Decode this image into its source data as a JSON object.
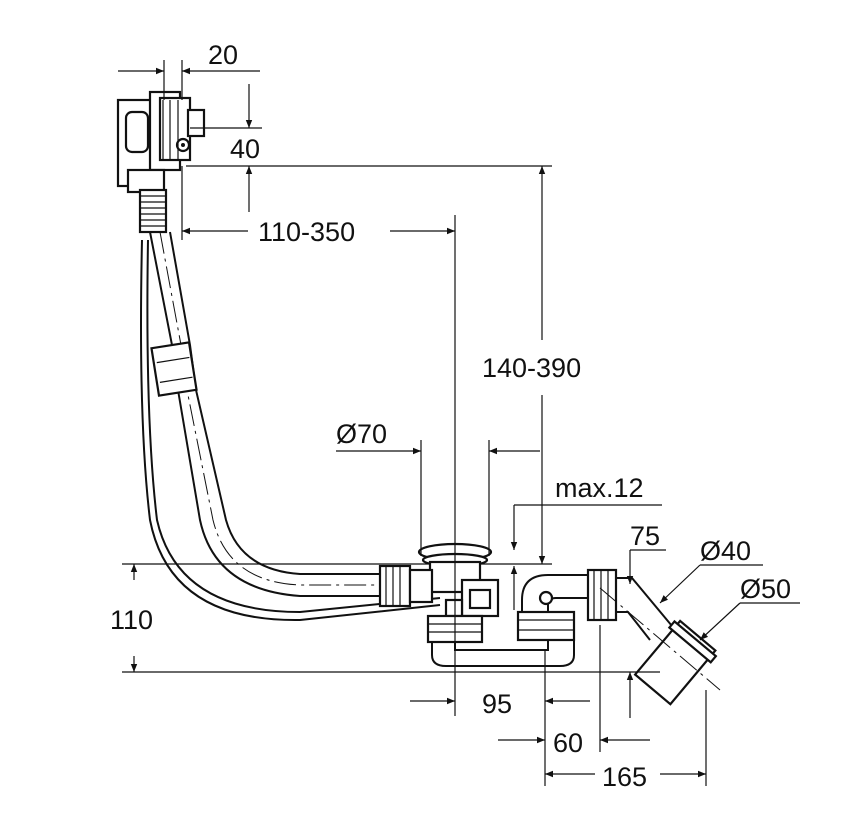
{
  "dimensions": {
    "top_width": "20",
    "overflow_height": "40",
    "horizontal_range": "110-350",
    "vertical_range": "140-390",
    "drain_diameter": "Ø70",
    "max_thickness": "max.12",
    "outlet_offset": "75",
    "outlet_small_diameter": "Ø40",
    "outlet_large_diameter": "Ø50",
    "trap_height": "110",
    "drain_to_trap": "95",
    "trap_to_outlet": "60",
    "trap_to_outlet_end": "165"
  }
}
